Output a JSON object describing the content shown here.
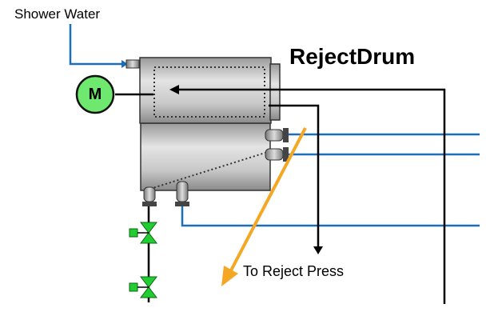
{
  "labels": {
    "shower_water": "Shower Water",
    "title": "RejectDrum",
    "to_reject_press": "To Reject Press",
    "motor": "M"
  },
  "colors": {
    "pipe_blue": "#1a6fb8",
    "black_line": "#000000",
    "orange_arrow": "#f5a623",
    "motor_green": "#6ee86e",
    "valve_green": "#22cc33",
    "drum_gray": "#b5b5b5"
  },
  "icons": [
    "motor-icon",
    "gate-valve-icon",
    "nozzle-icon",
    "drain-nozzle-icon",
    "arrowhead-icon"
  ]
}
